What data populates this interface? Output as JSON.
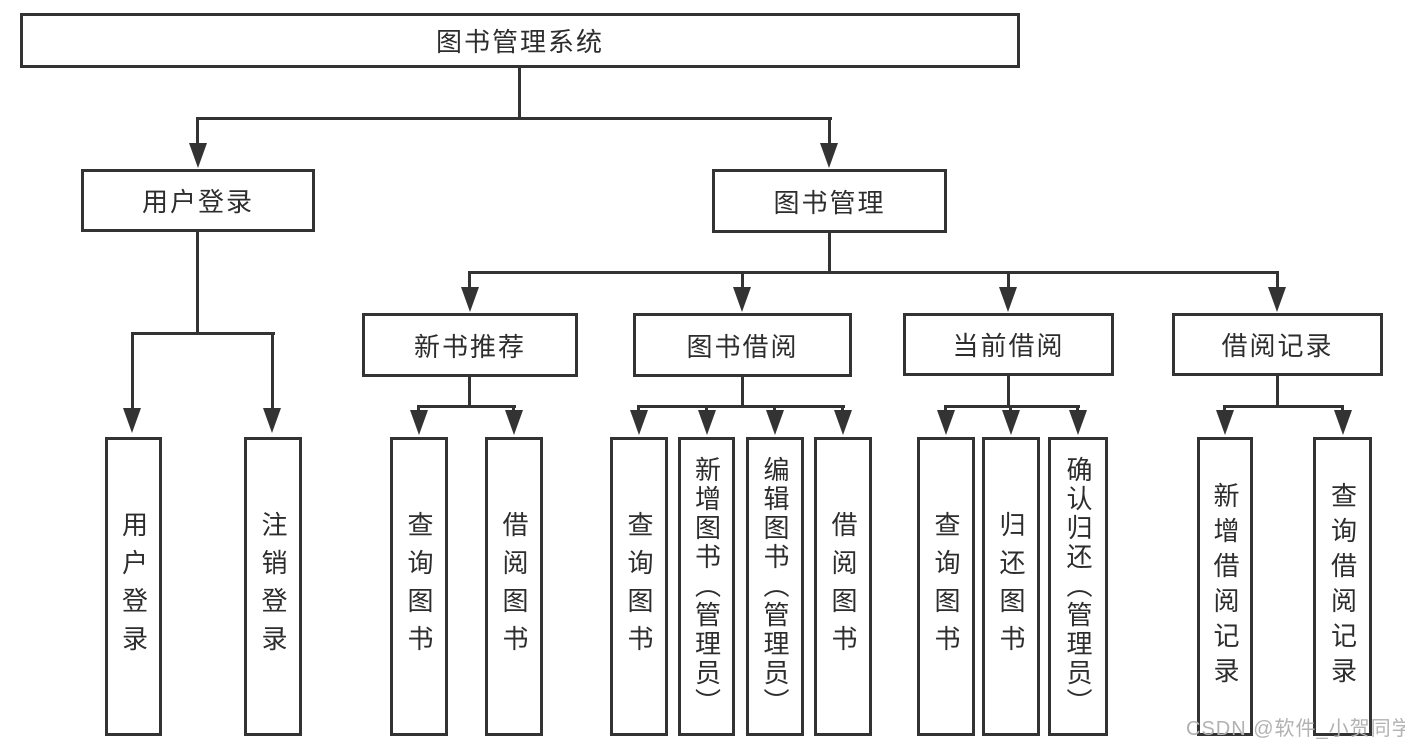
{
  "diagram_type": "hierarchy-tree",
  "colors": {
    "background": "#ffffff",
    "line": "#333333",
    "box_border": "#333333",
    "box_fill": "#ffffff",
    "text": "#2d2d2d",
    "watermark": "#b2b2b2"
  },
  "watermark": {
    "text": "CSDN @软件_小贺同学"
  },
  "tree": {
    "label": "图书管理系统",
    "children": [
      {
        "label": "用户登录",
        "children": [
          {
            "label": "用户登录"
          },
          {
            "label": "注销登录"
          }
        ]
      },
      {
        "label": "图书管理",
        "children": [
          {
            "label": "新书推荐",
            "children": [
              {
                "label": "查询图书"
              },
              {
                "label": "借阅图书"
              }
            ]
          },
          {
            "label": "图书借阅",
            "children": [
              {
                "label": "查询图书"
              },
              {
                "label": "新增图书（管理员）"
              },
              {
                "label": "编辑图书（管理员）"
              },
              {
                "label": "借阅图书"
              }
            ]
          },
          {
            "label": "当前借阅",
            "children": [
              {
                "label": "查询图书"
              },
              {
                "label": "归还图书"
              },
              {
                "label": "确认归还（管理员）"
              }
            ]
          },
          {
            "label": "借阅记录",
            "children": [
              {
                "label": "新增借阅记录"
              },
              {
                "label": "查询借阅记录"
              }
            ]
          }
        ]
      }
    ]
  }
}
